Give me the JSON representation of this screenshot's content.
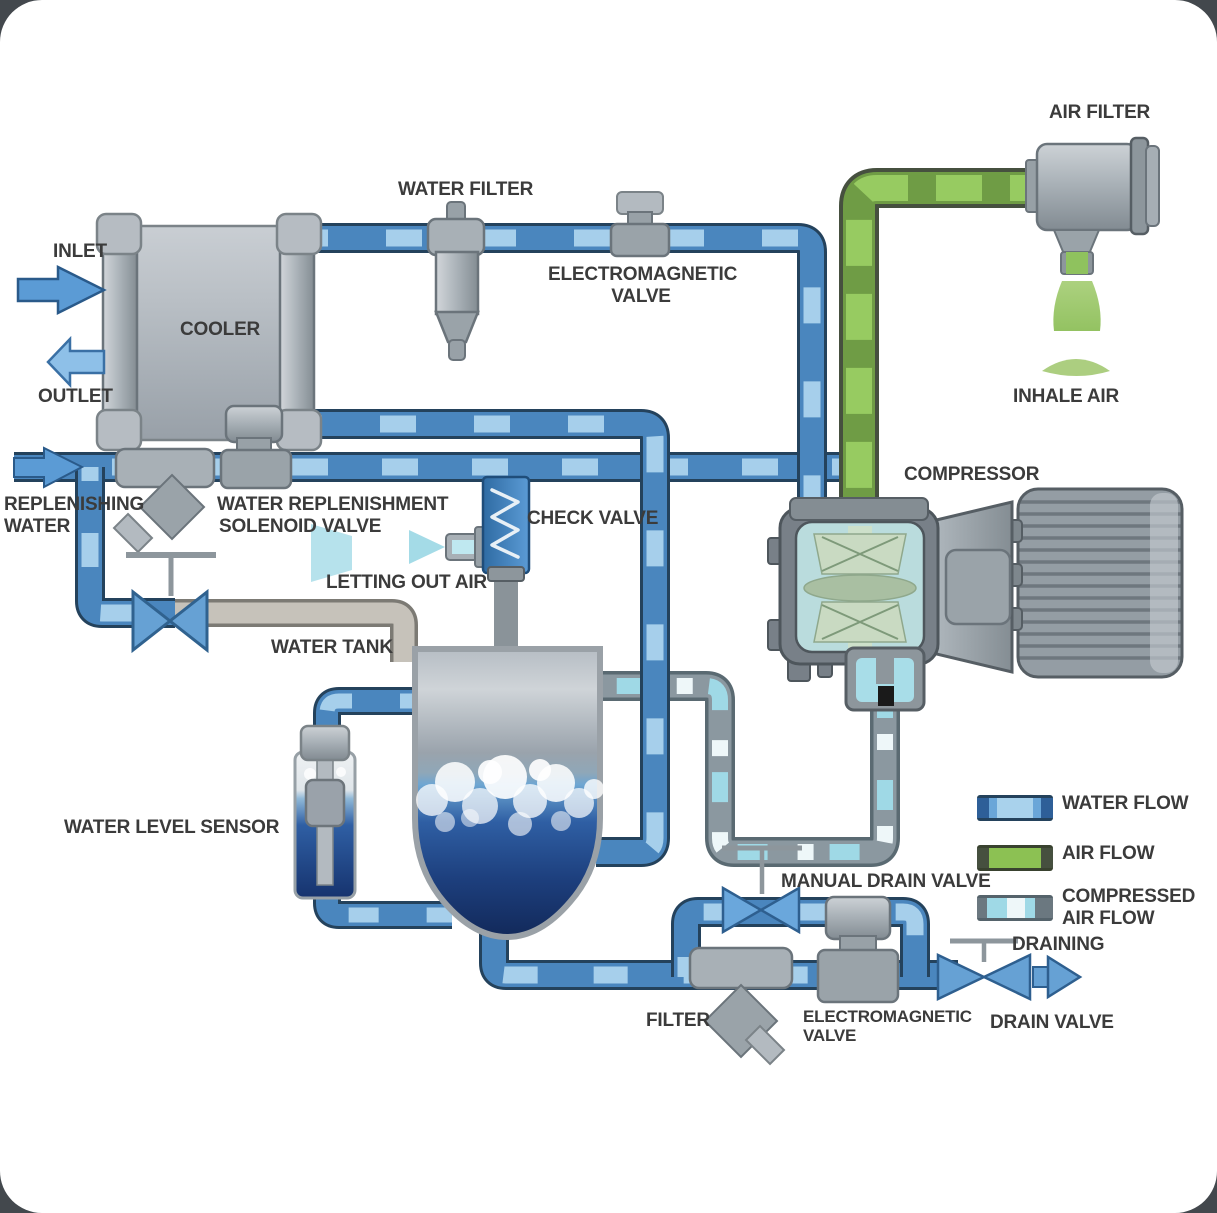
{
  "diagram": {
    "cooler": {
      "label": "COOLER"
    },
    "inlet": {
      "label": "INLET"
    },
    "outlet": {
      "label": "OUTLET"
    },
    "water_filter": {
      "label": "WATER FILTER"
    },
    "electromagnetic_valve_top": {
      "line1": "ELECTROMAGNETIC",
      "line2": "VALVE"
    },
    "air_filter": {
      "label": "AIR FILTER"
    },
    "inhale_air": {
      "label": "INHALE AIR"
    },
    "compressor": {
      "label": "COMPRESSOR"
    },
    "replenishing_water": {
      "line1": "REPLENISHING",
      "line2": "WATER"
    },
    "water_replenishment_solenoid_valve": {
      "line1": "WATER REPLENISHMENT",
      "line2": "SOLENOID VALVE"
    },
    "check_valve": {
      "label": "CHECK VALVE"
    },
    "letting_out_air": {
      "label": "LETTING OUT AIR"
    },
    "water_tank": {
      "label": "WATER TANK"
    },
    "water_level_sensor": {
      "label": "WATER LEVEL SENSOR"
    },
    "manual_drain_valve": {
      "label": "MANUAL DRAIN VALVE"
    },
    "draining": {
      "label": "DRAINING"
    },
    "filter": {
      "label": "FILTER"
    },
    "electromagnetic_valve_bottom": {
      "line1": "ELECTROMAGNETIC",
      "line2": "VALVE"
    },
    "drain_valve": {
      "label": "DRAIN VALVE"
    }
  },
  "legend": {
    "items": [
      {
        "name": "water-flow",
        "label": "WATER FLOW"
      },
      {
        "name": "air-flow",
        "label": "AIR FLOW"
      },
      {
        "name": "compressed-air-flow",
        "line1": "COMPRESSED",
        "line2": "AIR FLOW"
      }
    ]
  },
  "colors": {
    "water_pipe": "#4a86be",
    "water_pipe_light": "#a6cfeb",
    "air_pipe_green": "#7fb254",
    "compressed_air_cyan": "#9fd9e6",
    "metal_grey": "#9aa3a9",
    "tank_water_dark": "#142e63",
    "label_text": "#3b3b3b"
  }
}
